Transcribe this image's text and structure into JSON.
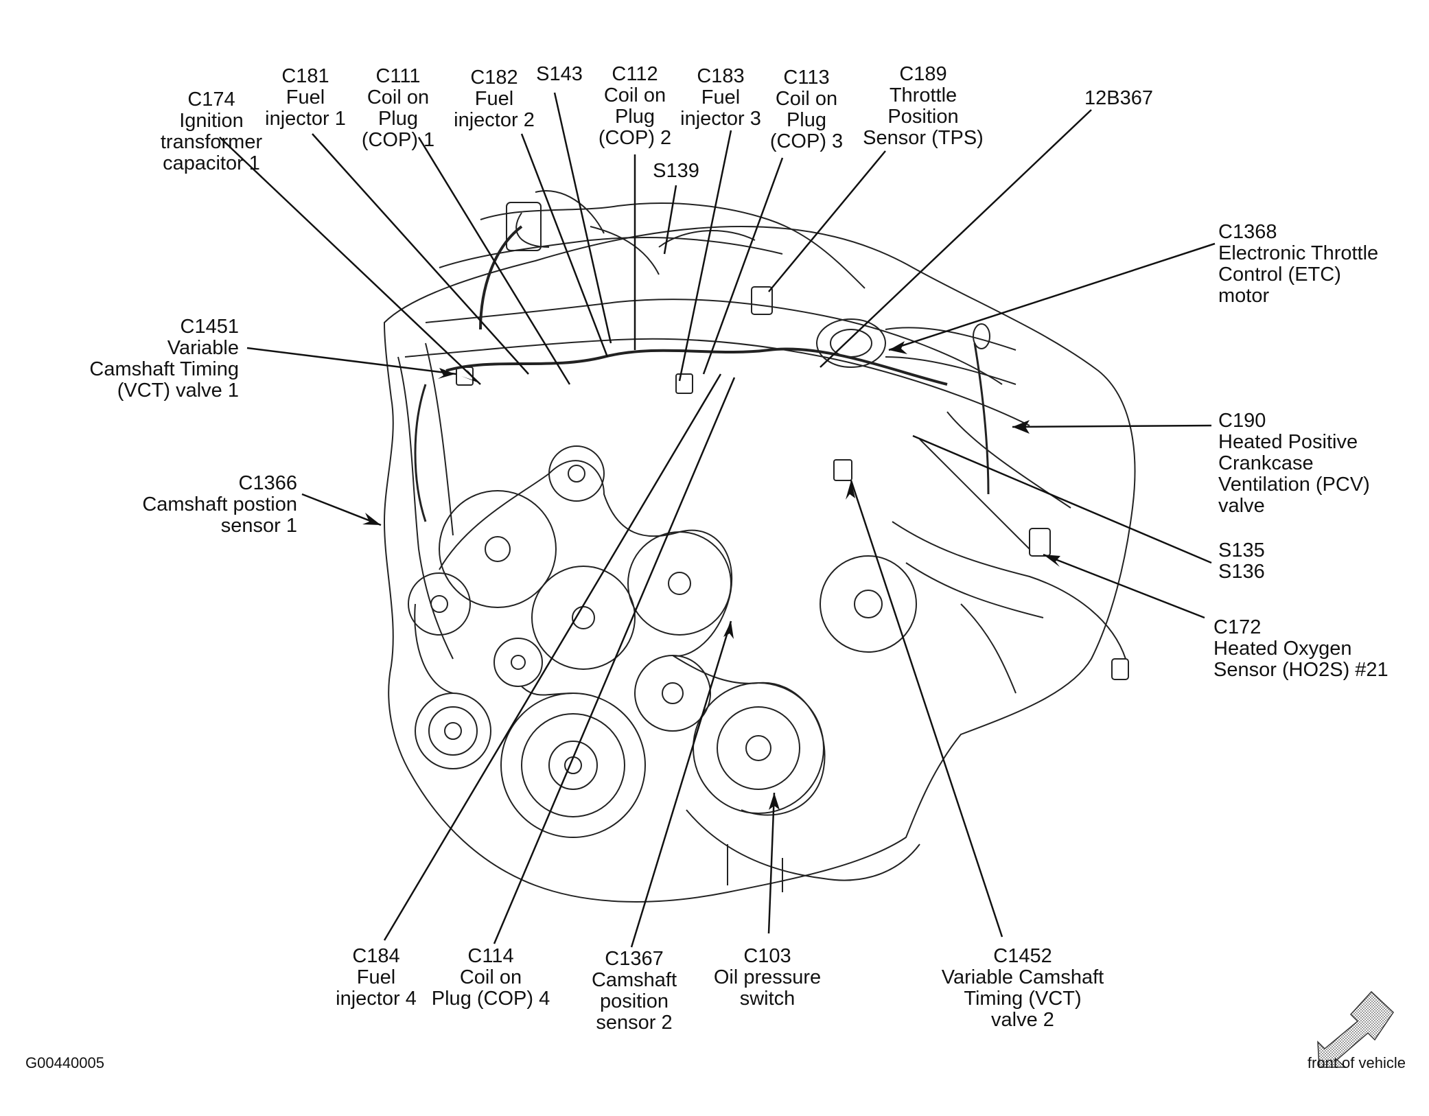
{
  "figure_id": "G00440005",
  "direction_note": "front of vehicle",
  "callouts": {
    "c174": [
      "C174",
      "Ignition",
      "transformer",
      "capacitor 1"
    ],
    "c181": [
      "C181",
      "Fuel",
      "injector 1"
    ],
    "c111": [
      "C111",
      "Coil on",
      "Plug",
      "(COP) 1"
    ],
    "c182": [
      "C182",
      "Fuel",
      "injector 2"
    ],
    "s143": [
      "S143"
    ],
    "c112": [
      "C112",
      "Coil on",
      "Plug",
      "(COP) 2"
    ],
    "s139": [
      "S139"
    ],
    "c183": [
      "C183",
      "Fuel",
      "injector 3"
    ],
    "c113": [
      "C113",
      "Coil on",
      "Plug",
      "(COP) 3"
    ],
    "c189": [
      "C189",
      "Throttle",
      "Position",
      "Sensor (TPS)"
    ],
    "b12b367": [
      "12B367"
    ],
    "c1368": [
      "C1368",
      "Electronic Throttle",
      "Control (ETC)",
      "motor"
    ],
    "c1451": [
      "C1451",
      "Variable",
      "Camshaft Timing",
      "(VCT) valve 1"
    ],
    "c1366": [
      "C1366",
      "Camshaft postion",
      "sensor 1"
    ],
    "c190": [
      "C190",
      "Heated Positive",
      "Crankcase",
      "Ventilation (PCV)",
      "valve"
    ],
    "s135": [
      "S135",
      "S136"
    ],
    "c172": [
      "C172",
      "Heated Oxygen",
      "Sensor (HO2S) #21"
    ],
    "c184": [
      "C184",
      "Fuel",
      "injector 4"
    ],
    "c114": [
      "C114",
      "Coil on",
      "Plug (COP) 4"
    ],
    "c1367": [
      "C1367",
      "Camshaft",
      "position",
      "sensor 2"
    ],
    "c103": [
      "C103",
      "Oil pressure",
      "switch"
    ],
    "c1452": [
      "C1452",
      "Variable Camshaft",
      "Timing (VCT)",
      "valve 2"
    ]
  }
}
